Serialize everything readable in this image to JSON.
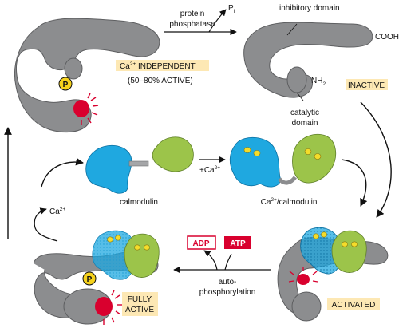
{
  "labels": {
    "protein_phosphatase_1": "protein",
    "protein_phosphatase_2": "phosphatase",
    "pi": "P",
    "pi_sub": "i",
    "inhibitory_domain": "inhibitory domain",
    "cooh": "COOH",
    "nh2": "NH",
    "nh2_sub": "2",
    "catalytic_domain_1": "catalytic",
    "catalytic_domain_2": "domain",
    "calmodulin": "calmodulin",
    "plus_ca": "+Ca",
    "plus_ca_sup": "2+",
    "ca_calmodulin_ca": "Ca",
    "ca_calmodulin_sup": "2+",
    "ca_calmodulin_rest": "/calmodulin",
    "ca_release": "Ca",
    "ca_release_sup": "2+",
    "phospho_tag": "P",
    "adp": "ADP",
    "atp": "ATP",
    "autophos_1": "auto-",
    "autophos_2": "phosphorylation"
  },
  "states": {
    "ca_independent_1_ca": "Ca",
    "ca_independent_1_sup": "2+",
    "ca_independent_1_rest": " INDEPENDENT",
    "ca_independent_2": "(50–80% ACTIVE)",
    "inactive": "INACTIVE",
    "activated": "ACTIVATED",
    "fully_active_1": "FULLY",
    "fully_active_2": "ACTIVE"
  },
  "colors": {
    "enzyme_gray": "#8c8d8f",
    "calmodulin_blue": "#1fa8e0",
    "calmodulin_green": "#9cc44a",
    "ca_yellow": "#f4dc2a",
    "active_red": "#d9002e",
    "label_box": "#fde8b4",
    "phospho_yellow": "#f6d21c"
  }
}
